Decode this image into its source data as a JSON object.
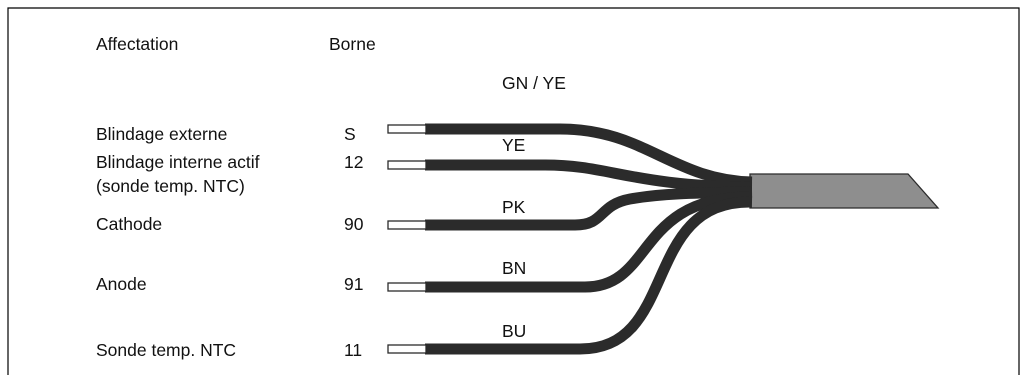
{
  "headers": {
    "assignment": "Affectation",
    "terminal": "Borne"
  },
  "wires": [
    {
      "assignment_lines": [
        "Blindage externe"
      ],
      "terminal": "S",
      "color_code": "GN / YE"
    },
    {
      "assignment_lines": [
        "Blindage interne actif",
        "(sonde temp. NTC)"
      ],
      "terminal": "12",
      "color_code": "YE"
    },
    {
      "assignment_lines": [
        "Cathode"
      ],
      "terminal": "90",
      "color_code": "PK"
    },
    {
      "assignment_lines": [
        "Anode"
      ],
      "terminal": "91",
      "color_code": "BN"
    },
    {
      "assignment_lines": [
        "Sonde temp. NTC"
      ],
      "terminal": "11",
      "color_code": "BU"
    }
  ],
  "colors": {
    "wire": "#2b2b2b",
    "cable_jacket": "#8e8e8e",
    "frame": "#000000",
    "text": "#111111"
  }
}
